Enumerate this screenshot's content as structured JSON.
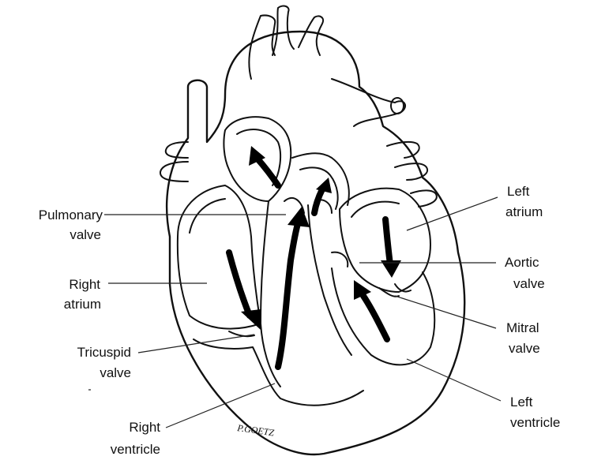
{
  "labels": {
    "pulmonary_valve": [
      "Pulmonary",
      "valve"
    ],
    "right_atrium": [
      "Right",
      "atrium"
    ],
    "tricuspid_valve": [
      "Tricuspid",
      "valve"
    ],
    "right_ventricle": [
      "Right",
      "ventricle"
    ],
    "left_atrium": [
      "Left",
      "atrium"
    ],
    "aortic_valve": [
      "Aortic",
      "valve"
    ],
    "mitral_valve": [
      "Mitral",
      "valve"
    ],
    "left_ventricle": [
      "Left",
      "ventricle"
    ]
  },
  "signature": "P.GOETZ",
  "colors": {
    "ink": "#111111",
    "background": "#ffffff"
  }
}
